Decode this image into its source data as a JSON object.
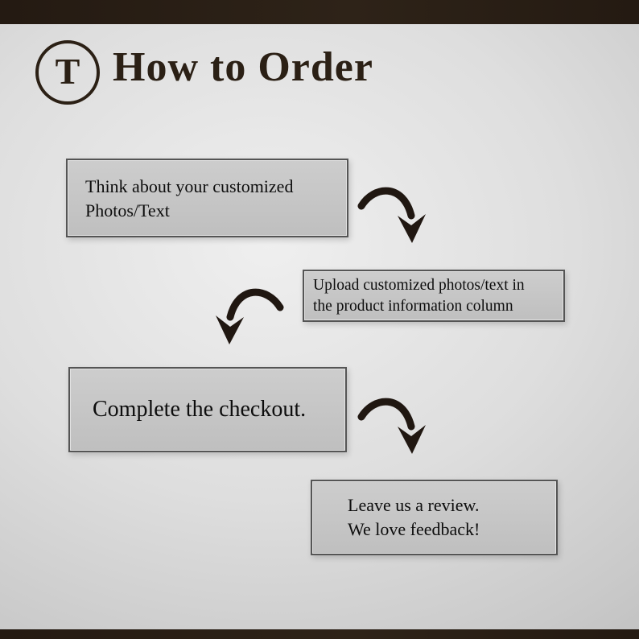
{
  "page": {
    "logo_letter": "T",
    "title": "How to Order"
  },
  "steps": [
    {
      "lines": [
        "Think about your customized",
        "Photos/Text"
      ]
    },
    {
      "lines": [
        "Upload customized photos/text in",
        "the product information column"
      ]
    },
    {
      "lines": [
        "Complete the checkout."
      ]
    },
    {
      "lines": [
        "Leave us a review.",
        "We love feedback!"
      ]
    }
  ],
  "colors": {
    "accent_brown": "#2b2015",
    "bar_brown": "#2a1e14",
    "box_fill": "#c6c6c6",
    "box_border": "#555555",
    "arrow": "#201711",
    "text": "#0d0d0d",
    "background": "#d9d9d9"
  }
}
